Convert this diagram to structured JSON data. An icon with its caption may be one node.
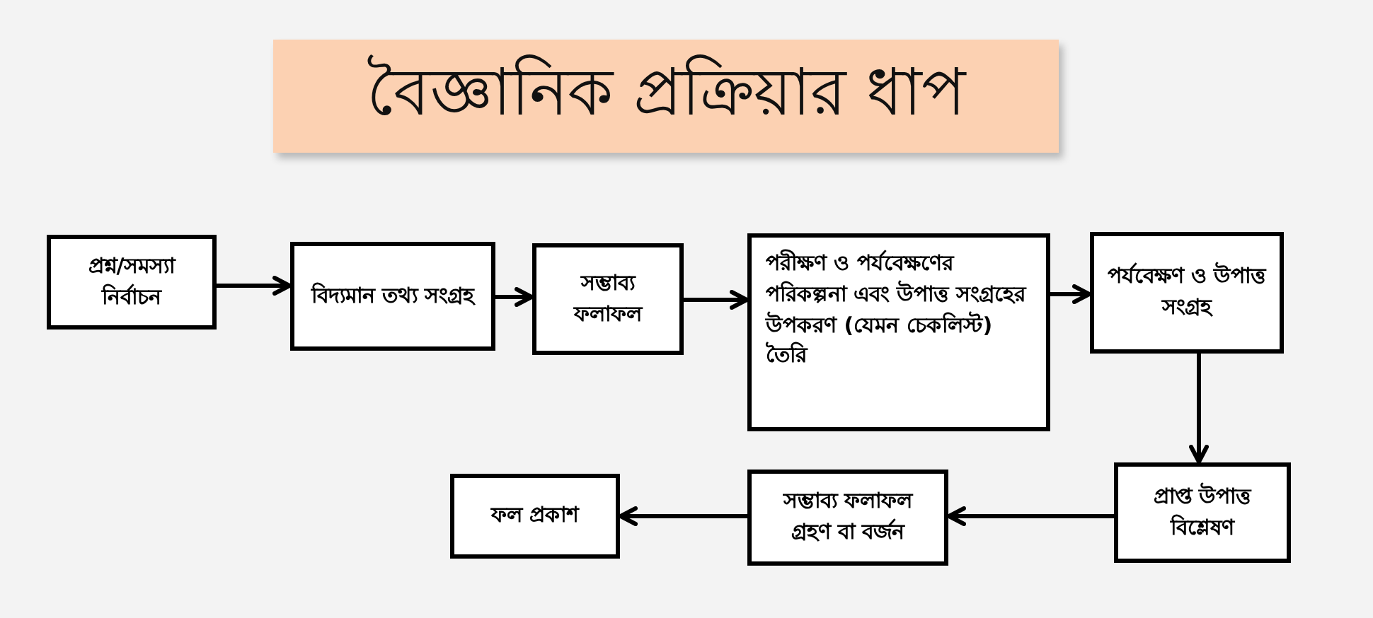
{
  "diagram": {
    "title": "বৈজ্ঞানিক প্রক্রিয়ার ধাপ",
    "nodes": [
      {
        "text": [
          "প্রশ্ন/সমস্যা নির্বাচন"
        ]
      },
      {
        "text": [
          "বিদ্যমান তথ্য সংগ্রহ"
        ]
      },
      {
        "text": [
          "সম্ভাব্য ফলাফল"
        ]
      },
      {
        "text": [
          "পরীক্ষণ ও পর্যবেক্ষণের পরিকল্পনা এবং উপাত্ত সংগ্রহের উপকরণ (যেমন চেকলিস্ট) তৈরি"
        ]
      },
      {
        "text": [
          "পর্যবেক্ষণ ও উপাত্ত সংগ্রহ"
        ]
      },
      {
        "text": [
          "প্রাপ্ত উপাত্ত বিশ্লেষণ"
        ]
      },
      {
        "text": [
          "সম্ভাব্য ফলাফল গ্রহণ বা বর্জন"
        ]
      },
      {
        "text": [
          "ফল প্রকাশ"
        ]
      }
    ],
    "edges": [
      {
        "from": 0,
        "to": 1,
        "arrow": "to"
      },
      {
        "from": 1,
        "to": 2,
        "arrow": "to"
      },
      {
        "from": 2,
        "to": 3,
        "arrow": "to"
      },
      {
        "from": 3,
        "to": 4,
        "arrow": "to"
      },
      {
        "from": 4,
        "to": 5,
        "arrow": "to"
      },
      {
        "from": 5,
        "to": 6,
        "arrow": "to"
      },
      {
        "from": 6,
        "to": 7,
        "arrow": "to"
      }
    ]
  }
}
